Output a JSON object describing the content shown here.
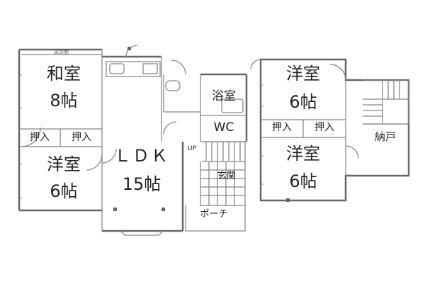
{
  "floor1": {
    "washitsu_name": "和室",
    "washitsu_size": "8帖",
    "washitsu_top_note": "床の間",
    "oshiire_left": "押入",
    "oshiire_right": "押入",
    "youshitsu_name": "洋室",
    "youshitsu_size": "6帖",
    "ldk_name": "ＬＤＫ",
    "ldk_size": "15帖",
    "bath": "浴室",
    "wc": "WC",
    "up": "UP",
    "entrance": "玄関",
    "porch": "ポーチ"
  },
  "floor2": {
    "room_top_name": "洋室",
    "room_top_size": "6帖",
    "oshiire_left": "押入",
    "oshiire_right": "押入",
    "room_bottom_name": "洋室",
    "room_bottom_size": "6帖",
    "storage": "納戸"
  },
  "colors": {
    "wall": "#666666",
    "line": "#888888",
    "fill": "#ffffff"
  }
}
